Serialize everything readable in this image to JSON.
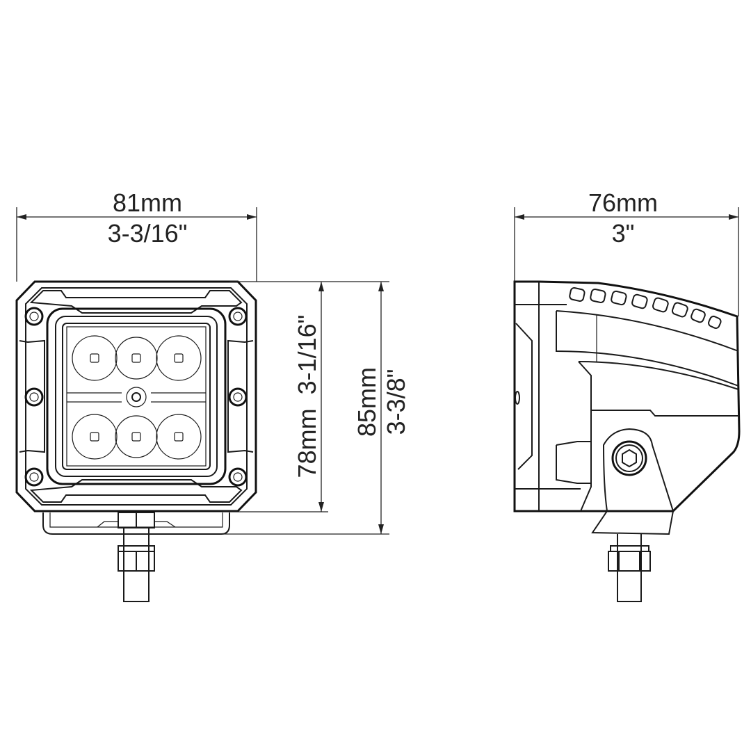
{
  "front_view": {
    "width_mm": "81mm",
    "width_in": "3-3/16\"",
    "height_mm": "78mm",
    "height_in": "3-1/16\"",
    "total_height_mm": "85mm",
    "total_height_in": "3-3/8\""
  },
  "side_view": {
    "depth_mm": "76mm",
    "depth_in": "3\""
  }
}
